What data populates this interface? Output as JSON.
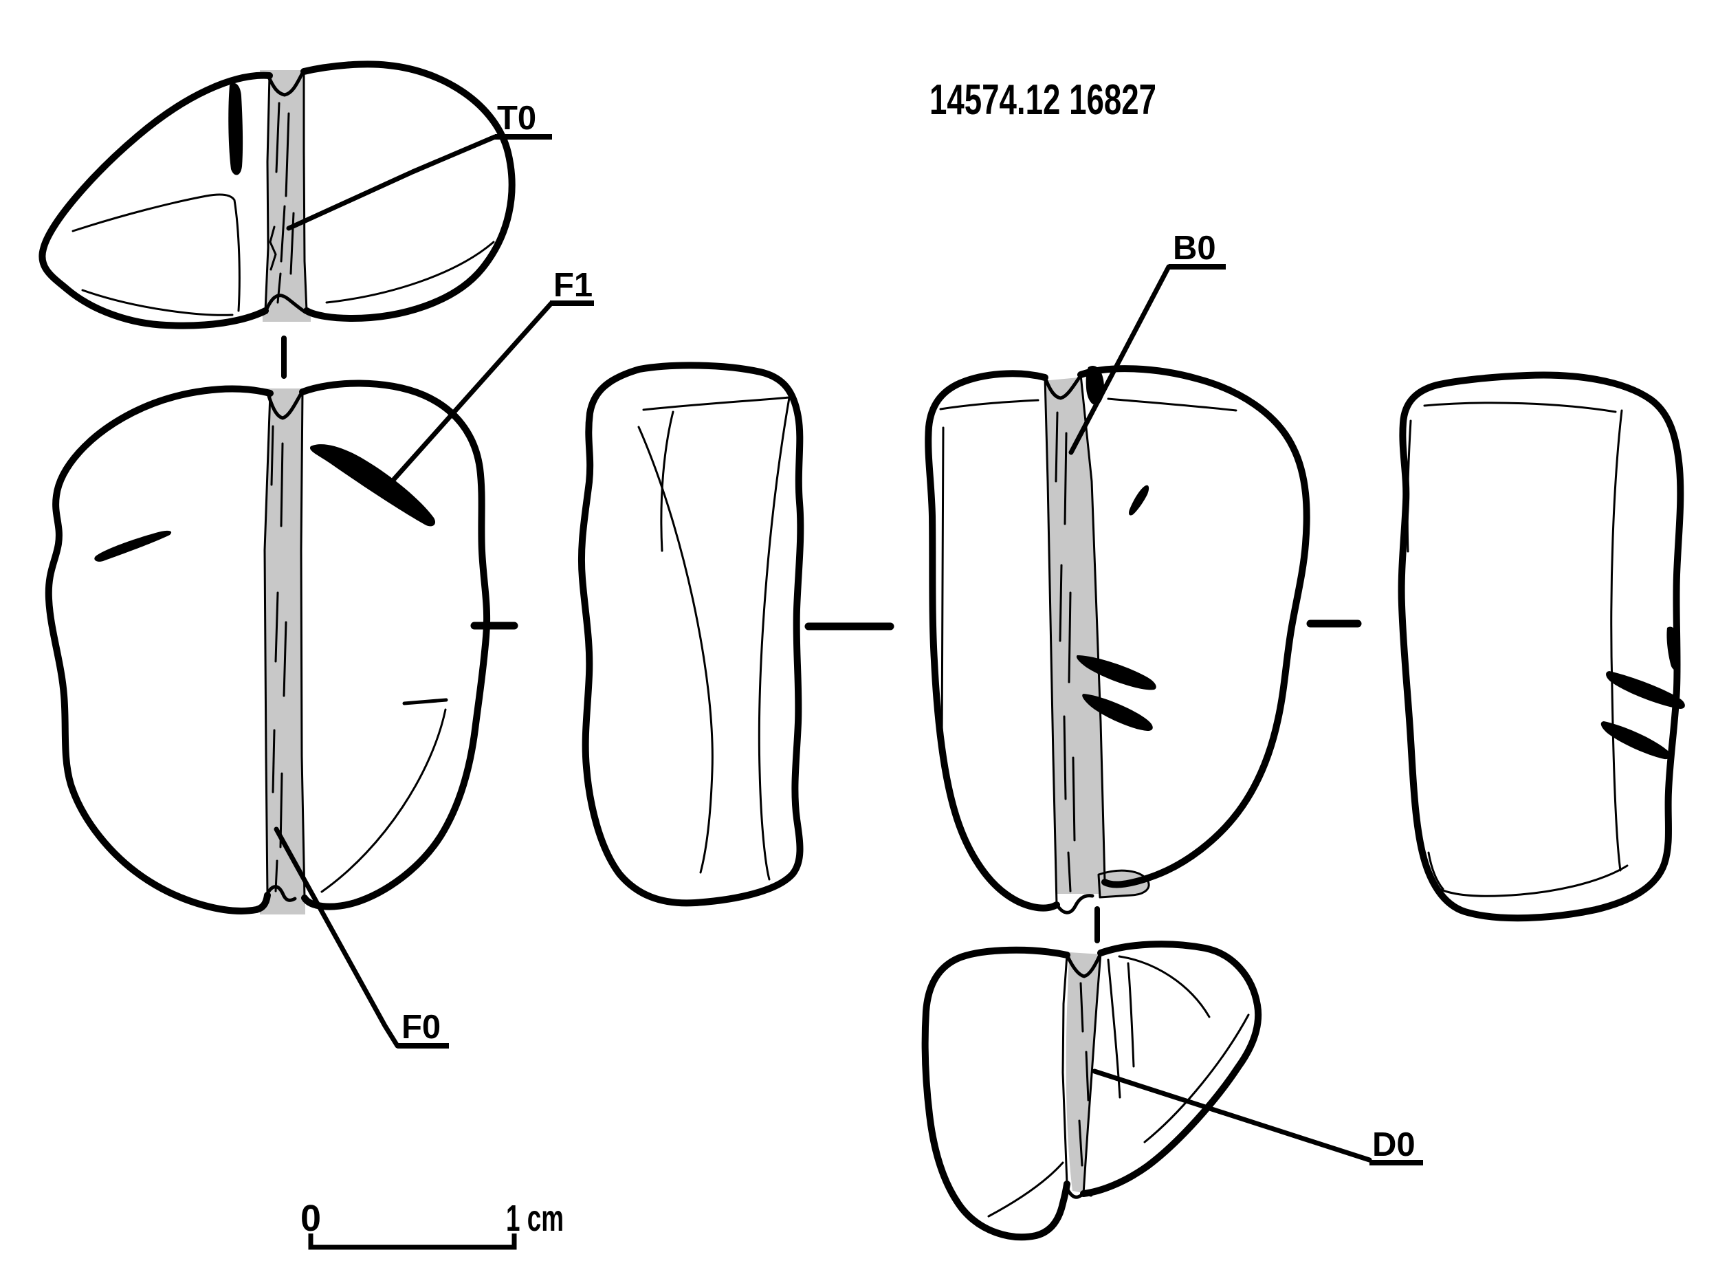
{
  "figure": {
    "title": "14574.12 16827",
    "annotations": {
      "t0": "T0",
      "f1": "F1",
      "b0": "B0",
      "f0": "F0",
      "d0": "D0"
    },
    "scale_bar": {
      "zero_label": "0",
      "one_cm_label": "1 cm"
    },
    "colors": {
      "ink": "#000000",
      "groove_gray": "#c8c8c8",
      "background": "#ffffff"
    }
  }
}
